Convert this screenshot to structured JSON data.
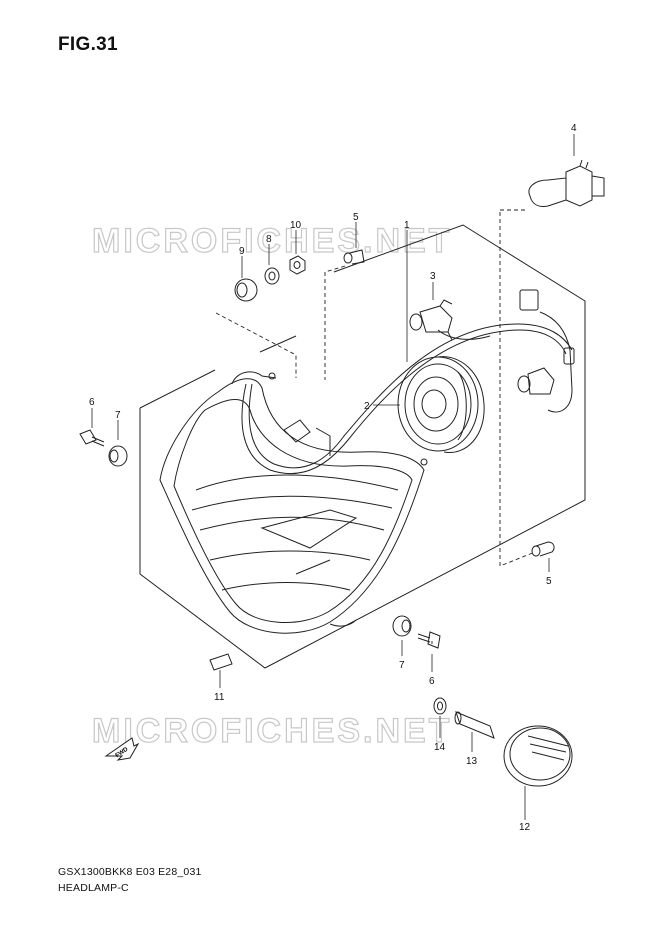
{
  "figure": {
    "title": "FIG.31",
    "model_code": "GSX1300BKK8 E03 E28_031",
    "section_name": "HEADLAMP-C",
    "fwd_label": "FWD"
  },
  "watermarks": [
    "MICROFICHES.NET",
    "MICROFICHES.NET"
  ],
  "callouts": [
    {
      "id": "c1",
      "number": "1"
    },
    {
      "id": "c2",
      "number": "2"
    },
    {
      "id": "c3",
      "number": "3"
    },
    {
      "id": "c4",
      "number": "4"
    },
    {
      "id": "c5a",
      "number": "5"
    },
    {
      "id": "c5b",
      "number": "5"
    },
    {
      "id": "c6a",
      "number": "6"
    },
    {
      "id": "c6b",
      "number": "6"
    },
    {
      "id": "c7a",
      "number": "7"
    },
    {
      "id": "c7b",
      "number": "7"
    },
    {
      "id": "c8",
      "number": "8"
    },
    {
      "id": "c9",
      "number": "9"
    },
    {
      "id": "c10",
      "number": "10"
    },
    {
      "id": "c11",
      "number": "11"
    },
    {
      "id": "c12",
      "number": "12"
    },
    {
      "id": "c13",
      "number": "13"
    },
    {
      "id": "c14",
      "number": "14"
    }
  ]
}
